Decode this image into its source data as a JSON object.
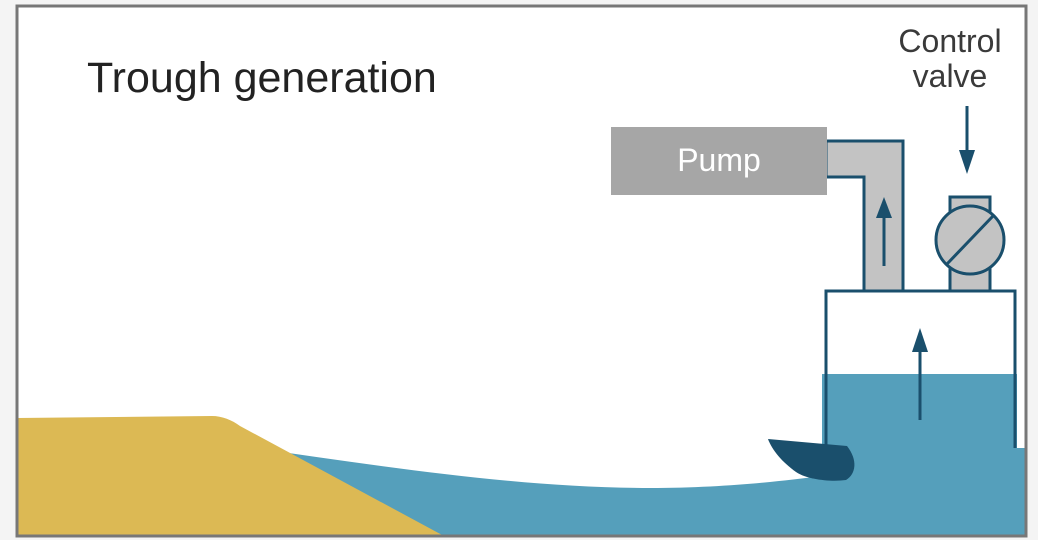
{
  "title": "Trough generation",
  "labels": {
    "pump": "Pump",
    "control_valve_line1": "Control",
    "control_valve_line2": "valve"
  },
  "colors": {
    "water": "#559fbb",
    "sand": "#dcb954",
    "structure": "#1a4f6c",
    "pump": "#a6a6a6",
    "frame": "#777777",
    "background": "#ffffff"
  },
  "icons": [
    "up-arrow-icon",
    "down-arrow-icon",
    "valve-icon",
    "paddle-icon"
  ]
}
